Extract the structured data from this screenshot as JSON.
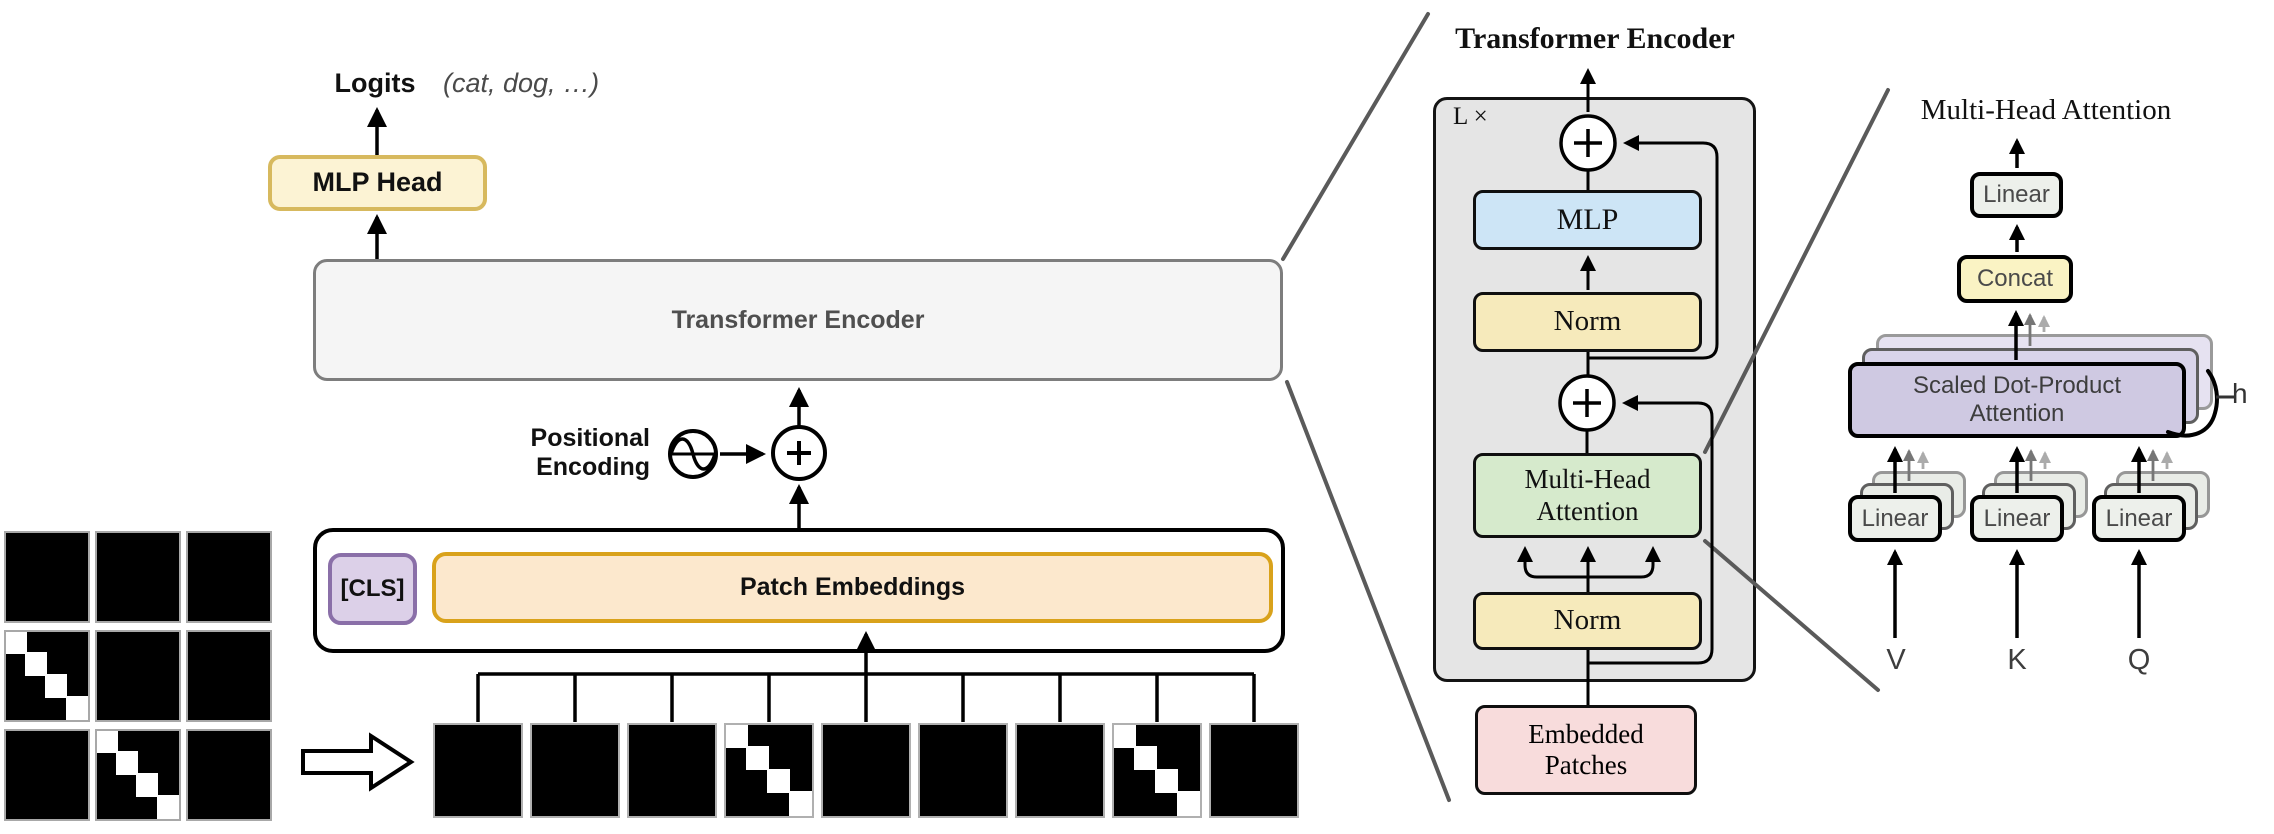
{
  "colors": {
    "mlp_head_fill": "#fcf3d4",
    "mlp_head_border": "#d7b95e",
    "encoder_fill": "#f5f5f5",
    "encoder_border": "#7d7d7d",
    "cls_fill": "#dcd0e8",
    "cls_border": "#8a6fa8",
    "patch_embed_fill": "#fce8cd",
    "patch_embed_border": "#d9a21b",
    "panel_fill": "#e5e5e5",
    "mlp_fill": "#cde5f6",
    "norm_fill": "#f6eabb",
    "mha_fill": "#d6eacc",
    "embedded_fill": "#f8dcdc",
    "linear_fill": "#edf0eb",
    "concat_fill": "#faf3c4",
    "sdpa_fill": "#cfc9e2",
    "connector_line": "#5a5a5a"
  },
  "main": {
    "logits_label": "Logits",
    "logits_classes": "(cat, dog, …)",
    "mlp_head": "MLP Head",
    "encoder": "Transformer Encoder",
    "pos_enc_line1": "Positional",
    "pos_enc_line2": "Encoding",
    "cls": "[CLS]",
    "patch_embeddings": "Patch Embeddings",
    "input_grid_cells": [
      "black",
      "black",
      "black",
      "diagonal",
      "black",
      "black",
      "black",
      "diagonal",
      "black"
    ],
    "patch_sequence": [
      "black",
      "black",
      "black",
      "diagonal",
      "black",
      "black",
      "black",
      "diagonal",
      "black"
    ]
  },
  "encoder_detail": {
    "title": "Transformer Encoder",
    "loop_label": "L ×",
    "mlp": "MLP",
    "norm_upper": "Norm",
    "mha": "Multi-Head Attention",
    "norm_lower": "Norm",
    "embedded": "Embedded Patches"
  },
  "mha_detail": {
    "title": "Multi-Head Attention",
    "linear_out": "Linear",
    "concat": "Concat",
    "sdpa": "Scaled Dot-Product Attention",
    "heads_label": "h",
    "linear_inputs": [
      "Linear",
      "Linear",
      "Linear"
    ],
    "inputs": [
      "V",
      "K",
      "Q"
    ]
  }
}
